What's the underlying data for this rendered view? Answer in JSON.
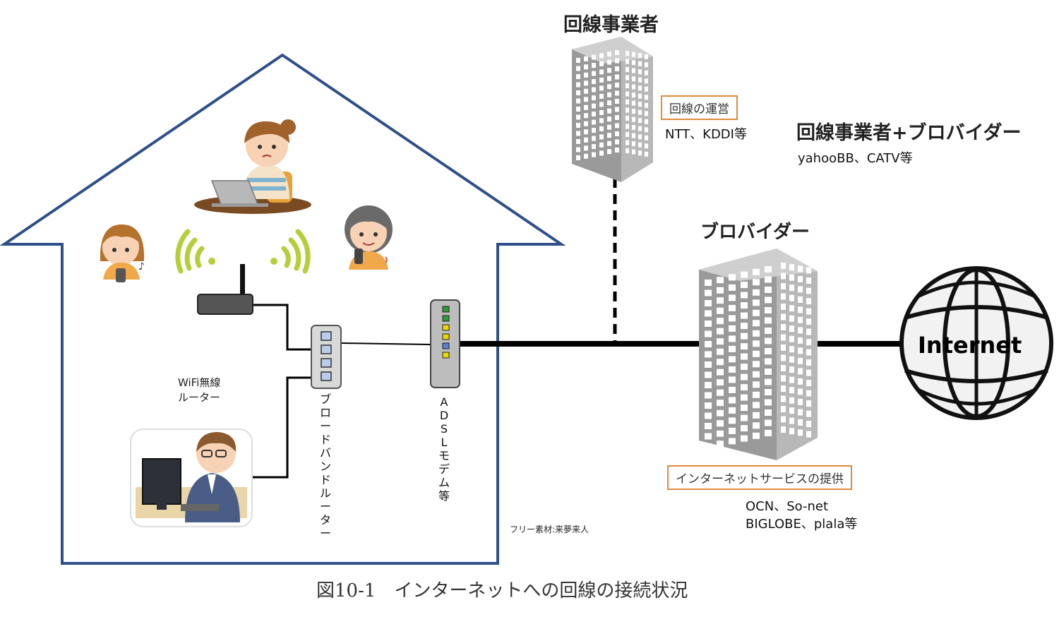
{
  "labels": {
    "carrier_title": "回線事業者",
    "carrier_role": "回線の運営",
    "carrier_examples": "NTT、KDDI等",
    "carrier_provider_title": "回線事業者+ブロバイダー",
    "carrier_provider_examples": "yahooBB、CATV等",
    "provider_title": "ブロバイダー",
    "provider_role": "インターネットサービスの提供",
    "provider_examples_line1": "OCN、So-net",
    "provider_examples_line2": "BIGLOBE、plala等",
    "internet": "Internet",
    "wifi_router_line1": "WiFi無線",
    "wifi_router_line2": "ルーター",
    "broadband_router": [
      "ブ",
      "ロ",
      "ー",
      "ド",
      "バ",
      "ン",
      "ド",
      "ル",
      "ー",
      "タ",
      "ー"
    ],
    "adsl_modem": [
      "A",
      "D",
      "S",
      "L",
      "モ",
      "デ",
      "ム",
      "等"
    ],
    "credit": "フリー素材:来夢来人",
    "caption": "図10-1　インターネットへの回線の接続状況"
  },
  "colors": {
    "house_outline": "#2f4f8a",
    "building": "#9a9a9a",
    "building_side": "#b8b8b8",
    "accent_box": "#e08a3c",
    "wifi_wave": "#b5cf3a",
    "modem_led_green": "#2e9a3a",
    "modem_led_yellow": "#e8d800",
    "router_port": "#b9cdea"
  },
  "icons": [
    "house-outline",
    "woman-laptop-icon",
    "girl-phone-icon",
    "woman-phone-icon",
    "wifi-wave-icon",
    "man-computer-icon",
    "building-icon",
    "globe-icon"
  ]
}
